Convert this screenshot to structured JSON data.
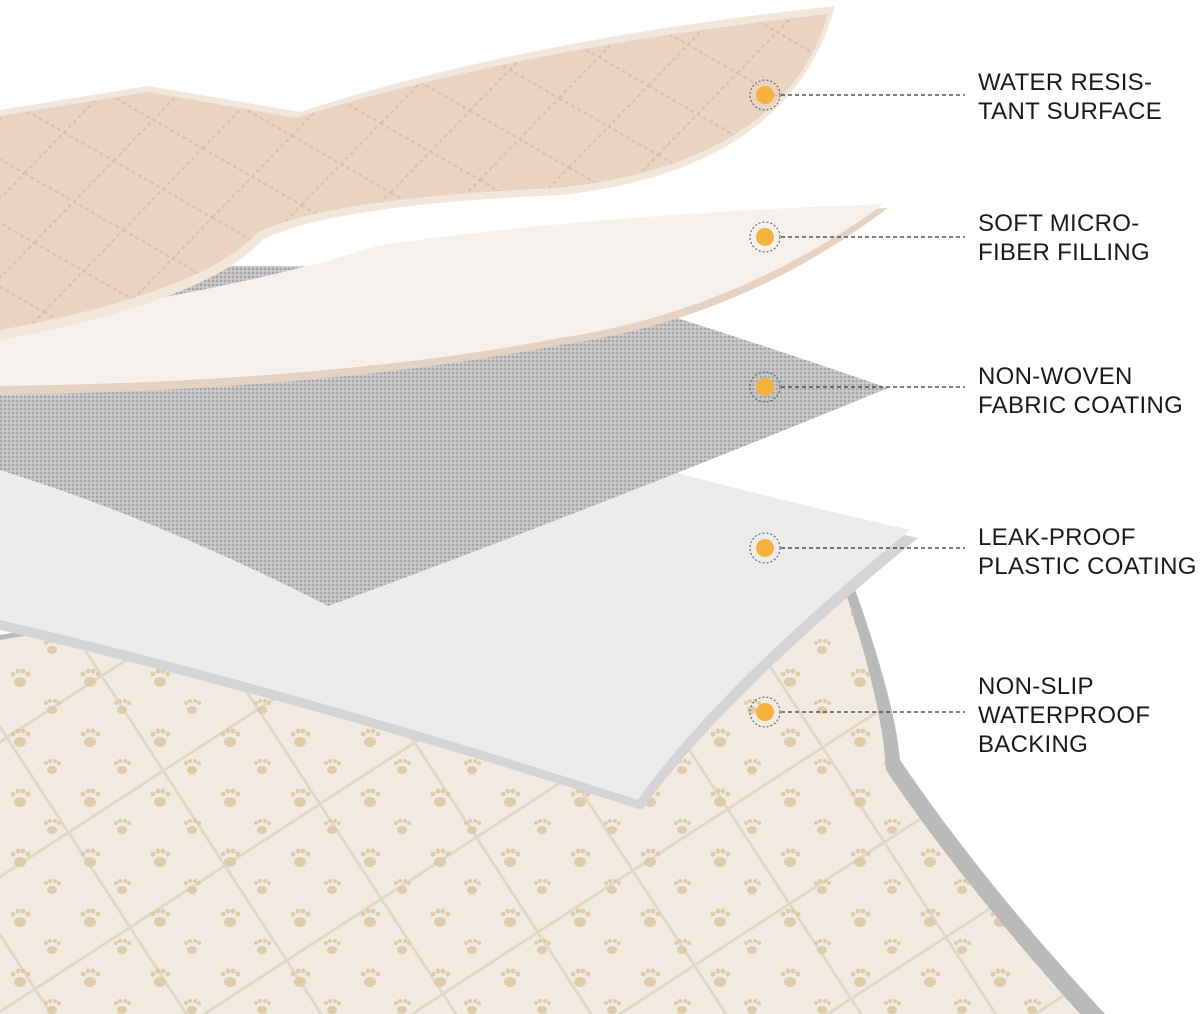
{
  "colors": {
    "marker": "#F4B23E",
    "surface": "#E9D4C4",
    "surface_edge": "#F3E6DA",
    "filling": "#F6F1EC",
    "fabric": "#B9B9BB",
    "plastic": "#ECECEE",
    "backing": "#F1EBE1",
    "backing_edge": "#B8B8B8",
    "paw": "#DCC7A6",
    "text": "#1A1A1A"
  },
  "layers": [
    {
      "id": "surface",
      "lines": [
        "WATER RESIS-",
        "TANT SURFACE"
      ]
    },
    {
      "id": "filling",
      "lines": [
        "SOFT MICRO-",
        "FIBER FILLING"
      ]
    },
    {
      "id": "fabric",
      "lines": [
        "NON-WOVEN",
        "FABRIC COATING"
      ]
    },
    {
      "id": "plastic",
      "lines": [
        "LEAK-PROOF",
        "PLASTIC COATING"
      ]
    },
    {
      "id": "backing",
      "lines": [
        "NON-SLIP",
        "WATERPROOF",
        "BACKING"
      ]
    }
  ]
}
